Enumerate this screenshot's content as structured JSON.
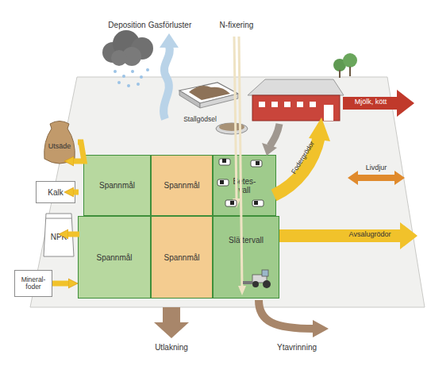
{
  "diagram": {
    "nodes": [
      {
        "text": [
          "Utsäde"
        ]
      },
      {
        "text": [
          "Kalk"
        ]
      },
      {
        "text": [
          "NPK"
        ]
      },
      {
        "text": [
          "Mineral-foder"
        ]
      },
      {
        "text": [
          "Spannmål"
        ]
      },
      {
        "text": [
          "Spannmål"
        ]
      },
      {
        "text": [
          "Betes-vall"
        ]
      },
      {
        "text": [
          "Spannmål"
        ]
      },
      {
        "text": [
          "Spannmål"
        ]
      },
      {
        "text": [
          "Slättervall"
        ]
      }
    ],
    "edges": [
      {
        "from": 0,
        "to": 4,
        "arrow": "to"
      },
      {
        "from": 1,
        "to": 4,
        "arrow": "to"
      },
      {
        "from": 2,
        "to": 7,
        "arrow": "to"
      },
      {
        "from": 3,
        "to": 7,
        "arrow": "to"
      }
    ],
    "labels": [
      "Deposition",
      "Gasförluster",
      "N-fixering",
      "Stallgödsel",
      "Mjölk, kött",
      "Fodergrödor",
      "Livdjur",
      "Avsalugrödor",
      "Utlakning",
      "Ytavrinning"
    ]
  }
}
